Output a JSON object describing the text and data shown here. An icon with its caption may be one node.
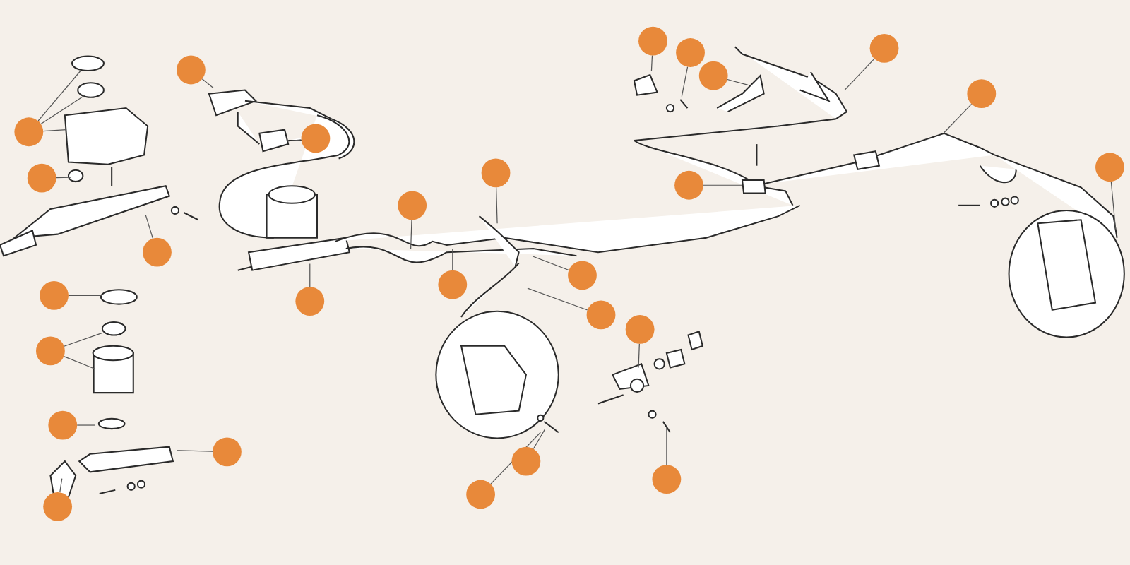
{
  "diagram": {
    "nodes": [
      {
        "text": [],
        "shape": "circle"
      },
      {
        "text": [],
        "shape": "circle"
      },
      {
        "text": [],
        "shape": "circle"
      },
      {
        "text": [],
        "shape": "circle"
      },
      {
        "text": [],
        "shape": "circle"
      },
      {
        "text": [],
        "shape": "circle"
      },
      {
        "text": [],
        "shape": "circle"
      },
      {
        "text": [],
        "shape": "circle"
      },
      {
        "text": [],
        "shape": "circle"
      },
      {
        "text": [],
        "shape": "circle"
      },
      {
        "text": [],
        "shape": "circle"
      },
      {
        "text": [],
        "shape": "circle"
      },
      {
        "text": [],
        "shape": "circle"
      },
      {
        "text": [],
        "shape": "circle"
      },
      {
        "text": [],
        "shape": "circle"
      },
      {
        "text": [],
        "shape": "circle"
      },
      {
        "text": [],
        "shape": "circle"
      },
      {
        "text": [],
        "shape": "circle"
      },
      {
        "text": [],
        "shape": "circle"
      },
      {
        "text": [],
        "shape": "circle"
      },
      {
        "text": [],
        "shape": "circle"
      },
      {
        "text": [],
        "shape": "circle"
      },
      {
        "text": [],
        "shape": "circle"
      },
      {
        "text": [],
        "shape": "circle"
      },
      {
        "text": [],
        "shape": "circle"
      },
      {
        "text": [],
        "shape": "circle"
      },
      {
        "text": [],
        "shape": "circle"
      }
    ],
    "edges": [
      {
        "from": 0,
        "to": null,
        "arrow": "none"
      },
      {
        "from": 0,
        "to": null,
        "arrow": "none"
      },
      {
        "from": 0,
        "to": null,
        "arrow": "none"
      },
      {
        "from": 1,
        "to": null,
        "arrow": "none"
      },
      {
        "from": 2,
        "to": null,
        "arrow": "none"
      },
      {
        "from": 3,
        "to": null,
        "arrow": "none"
      },
      {
        "from": 4,
        "to": null,
        "arrow": "none"
      },
      {
        "from": 5,
        "to": null,
        "arrow": "none"
      },
      {
        "from": 6,
        "to": null,
        "arrow": "none"
      },
      {
        "from": 6,
        "to": null,
        "arrow": "none"
      },
      {
        "from": 7,
        "to": null,
        "arrow": "none"
      },
      {
        "from": 8,
        "to": null,
        "arrow": "none"
      },
      {
        "from": 9,
        "to": null,
        "arrow": "none"
      },
      {
        "from": 10,
        "to": null,
        "arrow": "none"
      },
      {
        "from": 11,
        "to": null,
        "arrow": "none"
      },
      {
        "from": 12,
        "to": null,
        "arrow": "none"
      },
      {
        "from": 13,
        "to": null,
        "arrow": "none"
      },
      {
        "from": 14,
        "to": null,
        "arrow": "none"
      },
      {
        "from": 15,
        "to": null,
        "arrow": "none"
      },
      {
        "from": 16,
        "to": null,
        "arrow": "none"
      },
      {
        "from": 17,
        "to": null,
        "arrow": "none"
      },
      {
        "from": 18,
        "to": null,
        "arrow": "none"
      },
      {
        "from": 19,
        "to": null,
        "arrow": "none"
      },
      {
        "from": 20,
        "to": null,
        "arrow": "none"
      },
      {
        "from": 21,
        "to": null,
        "arrow": "none"
      },
      {
        "from": 22,
        "to": null,
        "arrow": "none"
      },
      {
        "from": 23,
        "to": null,
        "arrow": "none"
      },
      {
        "from": 24,
        "to": null,
        "arrow": "none"
      },
      {
        "from": 25,
        "to": null,
        "arrow": "none"
      },
      {
        "from": 26,
        "to": null,
        "arrow": "none"
      }
    ]
  }
}
